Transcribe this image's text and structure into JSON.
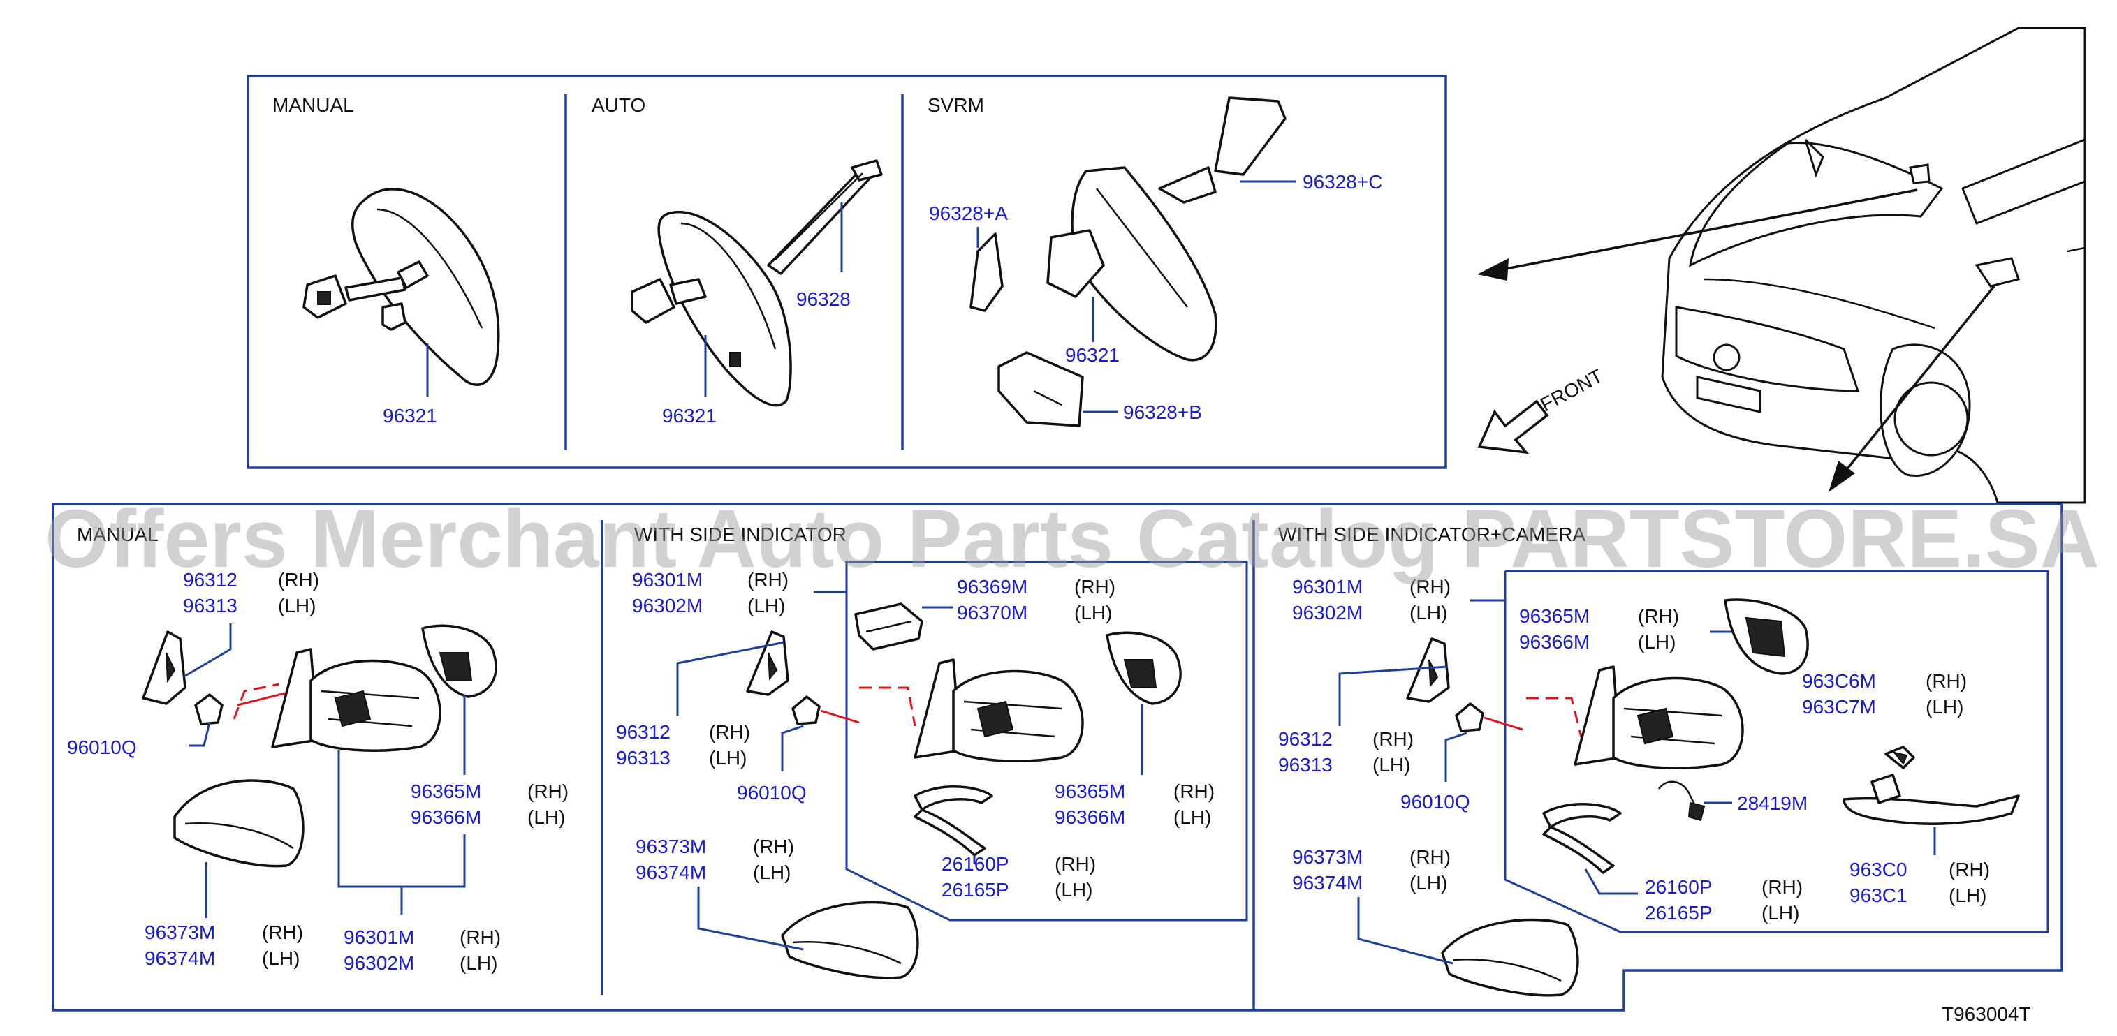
{
  "top_panel": {
    "sections": [
      "MANUAL",
      "AUTO",
      "SVRM"
    ],
    "manual_part": "96321",
    "auto_parts": [
      "96328",
      "96321"
    ],
    "svrm_parts": [
      "96328+A",
      "96328+C",
      "96321",
      "96328+B"
    ]
  },
  "vehicle": {
    "front_label": "FRONT"
  },
  "bottom_panel": {
    "sections": [
      "MANUAL",
      "WITH SIDE INDICATOR",
      "WITH SIDE INDICATOR+CAMERA"
    ],
    "manual": {
      "p1": "96312",
      "p1_side": "(RH)",
      "p2": "96313",
      "p2_side": "(LH)",
      "nut": "96010Q",
      "p3": "96365M",
      "p3_side": "(RH)",
      "p4": "96366M",
      "p4_side": "(LH)",
      "p5": "96373M",
      "p5_side": "(RH)",
      "p6": "96374M",
      "p6_side": "(LH)",
      "p7": "96301M",
      "p7_side": "(RH)",
      "p8": "96302M",
      "p8_side": "(LH)"
    },
    "indicator": {
      "a1": "96301M",
      "a1_side": "(RH)",
      "a2": "96302M",
      "a2_side": "(LH)",
      "b1": "96369M",
      "b1_side": "(RH)",
      "b2": "96370M",
      "b2_side": "(LH)",
      "c1": "96312",
      "c1_side": "(RH)",
      "c2": "96313",
      "c2_side": "(LH)",
      "nut": "96010Q",
      "d1": "96365M",
      "d1_side": "(RH)",
      "d2": "96366M",
      "d2_side": "(LH)",
      "e1": "96373M",
      "e1_side": "(RH)",
      "e2": "96374M",
      "e2_side": "(LH)",
      "f1": "26160P",
      "f1_side": "(RH)",
      "f2": "26165P",
      "f2_side": "(LH)"
    },
    "camera": {
      "a1": "96301M",
      "a1_side": "(RH)",
      "a2": "96302M",
      "a2_side": "(LH)",
      "b1": "96365M",
      "b1_side": "(RH)",
      "b2": "96366M",
      "b2_side": "(LH)",
      "c1": "963C6M",
      "c1_side": "(RH)",
      "c2": "963C7M",
      "c2_side": "(LH)",
      "d1": "96312",
      "d1_side": "(RH)",
      "d2": "96313",
      "d2_side": "(LH)",
      "nut": "96010Q",
      "harness": "28419M",
      "e1": "96373M",
      "e1_side": "(RH)",
      "e2": "96374M",
      "e2_side": "(LH)",
      "f1": "26160P",
      "f1_side": "(RH)",
      "f2": "26165P",
      "f2_side": "(LH)",
      "g1": "963C0",
      "g1_side": "(RH)",
      "g2": "963C1",
      "g2_side": "(LH)"
    }
  },
  "watermark": "Offers Merchant Auto Parts Catalog PARTSTORE.SA",
  "diagram_code": "T963004T"
}
